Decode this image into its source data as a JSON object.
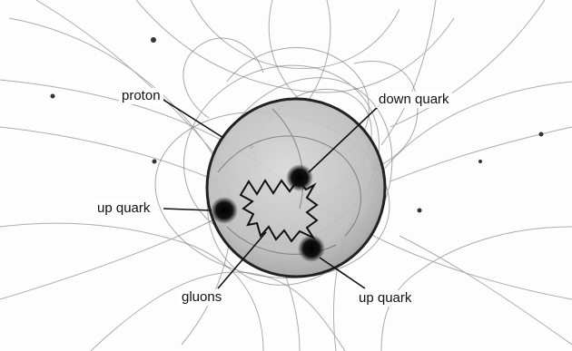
{
  "labels": {
    "proton": "proton",
    "down_quark": "down quark",
    "up_quark_left": "up quark",
    "gluons": "gluons",
    "up_quark_bottom": "up quark"
  },
  "colors": {
    "background": "#ffffff",
    "ink": "#111111",
    "proton_fill": "#c9c9c9",
    "trail": "#6b6b6b"
  }
}
